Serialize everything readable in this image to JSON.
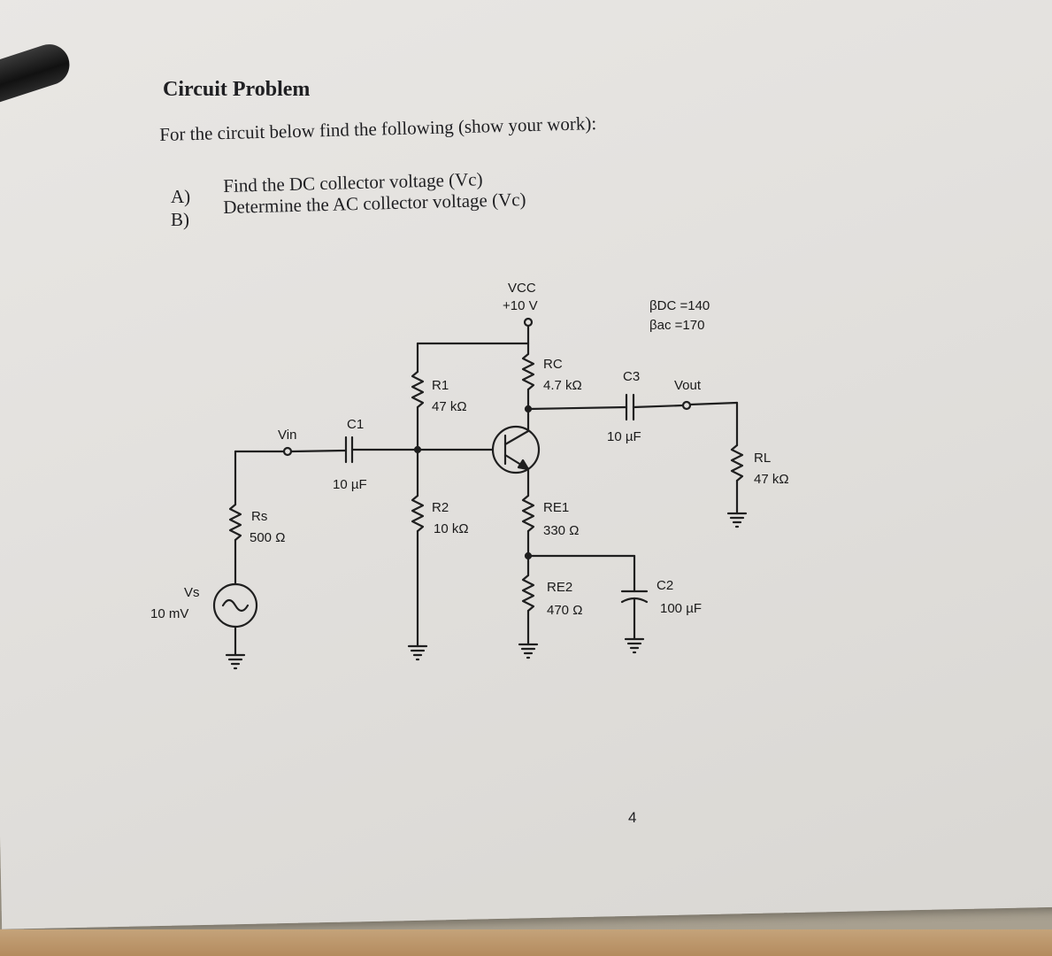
{
  "title": "Circuit Problem",
  "instruction": "For the circuit below find the following (show your work):",
  "tasks": [
    {
      "label": "A)",
      "text": "Find the DC collector voltage (Vc)"
    },
    {
      "label": "B)",
      "text": "Determine the AC collector voltage (Vc)"
    }
  ],
  "circuit": {
    "vcc": {
      "name": "VCC",
      "value": "+10 V"
    },
    "beta": {
      "dc": "βDC =140",
      "ac": "βac =170"
    },
    "r1": {
      "name": "R1",
      "value": "47 kΩ"
    },
    "r2": {
      "name": "R2",
      "value": "10 kΩ"
    },
    "rc": {
      "name": "RC",
      "value": "4.7 kΩ"
    },
    "re1": {
      "name": "RE1",
      "value": "330 Ω"
    },
    "re2": {
      "name": "RE2",
      "value": "470 Ω"
    },
    "rs": {
      "name": "Rs",
      "value": "500 Ω"
    },
    "rl": {
      "name": "RL",
      "value": "47 kΩ"
    },
    "c1": {
      "name": "C1",
      "value": "10 µF"
    },
    "c2": {
      "name": "C2",
      "value": "100 µF"
    },
    "c3": {
      "name": "C3",
      "value": "10 µF"
    },
    "vs": {
      "name": "Vs",
      "value": "10 mV"
    },
    "vin": "Vin",
    "vout": "Vout"
  },
  "page_number": "4"
}
